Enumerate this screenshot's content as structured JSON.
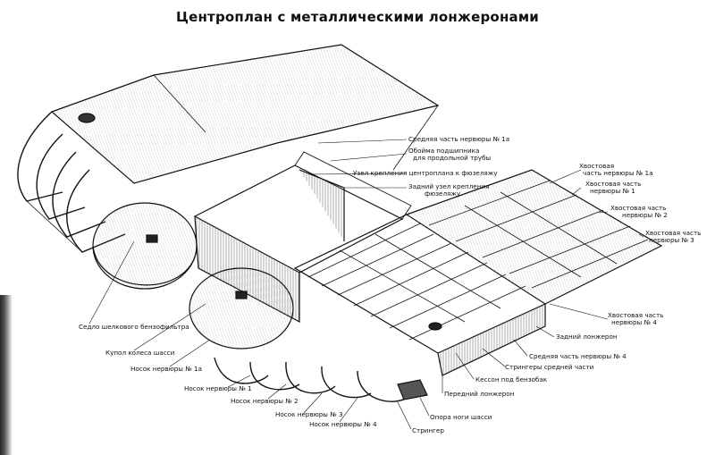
{
  "title": "Центроплан с металлическими лонжеронами",
  "labels": {
    "rib_1a_middle": "Средняя часть нервюры № 1а",
    "bearing_line1": "Обойма подшипника",
    "bearing_line2": "для продольной трубы",
    "fuselage_mount": "Узел крепления центроплана к фюзеляжу",
    "rear_mount_line1": "Задний узел крепления",
    "rear_mount_line2": "фюзеляжу",
    "tail_rib_1a_line1": "Хвостовая",
    "tail_rib_1a_line2": "часть нервюры № 1а",
    "tail_rib_1_line1": "Хвостовая часть",
    "tail_rib_1_line2": "нервюры № 1",
    "tail_rib_2_line1": "Хвостовая часть",
    "tail_rib_2_line2": "нервюры № 2",
    "tail_rib_3_line1": "Хвостовая часть",
    "tail_rib_3_line2": "нервюры № 3",
    "tail_rib_4_line1": "Хвостовая часть",
    "tail_rib_4_line2": "нервюры № 4",
    "rear_spar": "Задний лонжерон",
    "rib_4_middle": "Средняя часть нервюры № 4",
    "middle_stringers": "Стрингеры средней части",
    "tank_housing": "Кессон под бензобак",
    "front_spar": "Передний лонжерон",
    "gear_support": "Опора ноги шасси",
    "stringer": "Стрингер",
    "tank_saddle": "Седло шелкового бензофильтра",
    "wheel_dome": "Купол колеса шасси",
    "nose_rib_1a": "Носок нервюры № 1а",
    "nose_rib_1": "Носок нервюры № 1",
    "nose_rib_2": "Носок нервюры № 2",
    "nose_rib_3": "Носок нервюры № 3",
    "nose_rib_4": "Носок нервюры № 4"
  }
}
